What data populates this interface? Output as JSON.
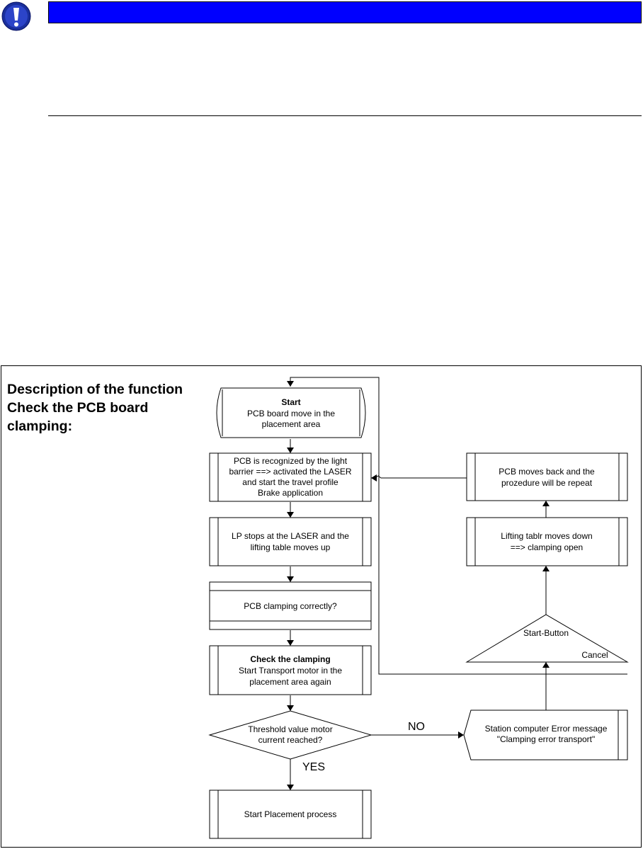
{
  "notice": {
    "icon": "exclamation-icon",
    "bar_color": "#0000ff"
  },
  "description": "Description of the function Check the PCB board clamping:",
  "flowchart": {
    "start": {
      "title": "Start",
      "lines": [
        "PCB board move in the",
        "placement area"
      ]
    },
    "recognized": {
      "lines": [
        "PCB is recognized  by the light",
        "barrier  ==>  activated the LASER",
        "and start the travel profile",
        "Brake application"
      ]
    },
    "lp_stops": {
      "lines": [
        "LP stops at the LASER and the",
        "lifting table moves up"
      ]
    },
    "clamping_question": {
      "lines": [
        "PCB clamping correctly?"
      ]
    },
    "check_clamping": {
      "title": "Check the clamping",
      "lines": [
        "Start  Transport motor in the",
        "placement area again"
      ]
    },
    "threshold": {
      "lines": [
        "Threshold value motor",
        "current reached?"
      ]
    },
    "start_placement": {
      "lines": [
        "Start Placement process"
      ]
    },
    "error_message": {
      "lines": [
        "Station computer Error message",
        "\"Clamping error transport\""
      ]
    },
    "start_button": {
      "label": "Start-Button",
      "cancel": "Cancel"
    },
    "lifting_down": {
      "lines": [
        "Lifting tablr moves down",
        "==> clamping open"
      ]
    },
    "moves_back": {
      "lines": [
        "PCB moves back and the",
        "prozedure will be repeat"
      ]
    },
    "label_yes": "YES",
    "label_no": "NO"
  }
}
